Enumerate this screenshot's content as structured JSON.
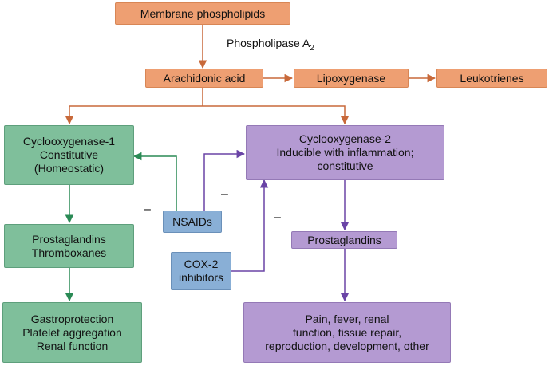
{
  "nodes": {
    "membrane": "Membrane phospholipids",
    "arachidonic": "Arachidonic acid",
    "lipoxygenase": "Lipoxygenase",
    "leukotrienes": "Leukotrienes",
    "cox1": [
      "Cyclooxygenase-1",
      "Constitutive",
      "(Homeostatic)"
    ],
    "cox2": [
      "Cyclooxygenase-2",
      "Inducible with inflammation;",
      "constitutive"
    ],
    "nsaids": "NSAIDs",
    "cox2_inhibitors": [
      "COX-2",
      "inhibitors"
    ],
    "pg_tx": [
      "Prostaglandins",
      "Thromboxanes"
    ],
    "pg2": "Prostaglandins",
    "effects1": [
      "Gastroprotection",
      "Platelet aggregation",
      "Renal function"
    ],
    "effects2": [
      "Pain, fever, renal",
      "function, tissue repair,",
      "reproduction, development, other"
    ]
  },
  "edge_labels": {
    "enzyme_name": "Phospholipase A",
    "enzyme_subscript": "2",
    "inhibit_symbol": "–"
  },
  "colors": {
    "orange_box": "#ee9f72",
    "green_box": "#7fbf9b",
    "purple_box": "#b49ad2",
    "blue_box": "#89afd6",
    "orange_arrow": "#c8693a",
    "green_arrow": "#2a8a55",
    "purple_arrow": "#6a44a6"
  }
}
